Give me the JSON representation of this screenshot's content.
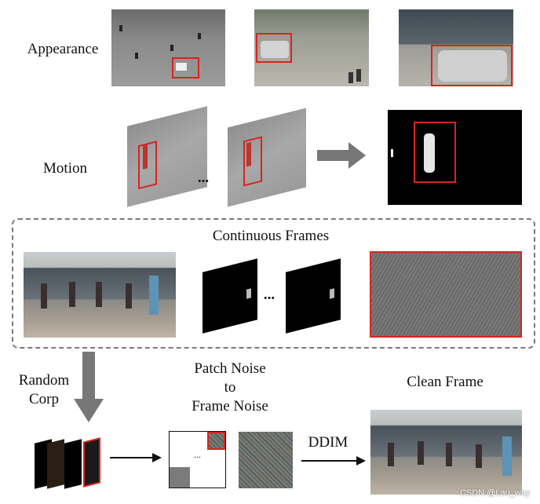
{
  "rows": {
    "appearance": {
      "label": "Appearance"
    },
    "motion": {
      "label": "Motion",
      "ellipsis": "..."
    },
    "continuous": {
      "label": "Continuous Frames",
      "ellipsis": "..."
    },
    "bottom": {
      "random_label": "Random\nCorp",
      "patch_label": "Patch Noise\nto\nFrame Noise",
      "clean_label": "Clean Frame",
      "ddim_label": "DDIM",
      "patch_ellipsis": "...",
      "stack_ellipsis": "..."
    }
  },
  "watermark": "CSDN @Lau_way",
  "colors": {
    "box_red": "#d9241f",
    "arrow_gray": "#777777",
    "dash_gray": "#7a7a7a"
  }
}
